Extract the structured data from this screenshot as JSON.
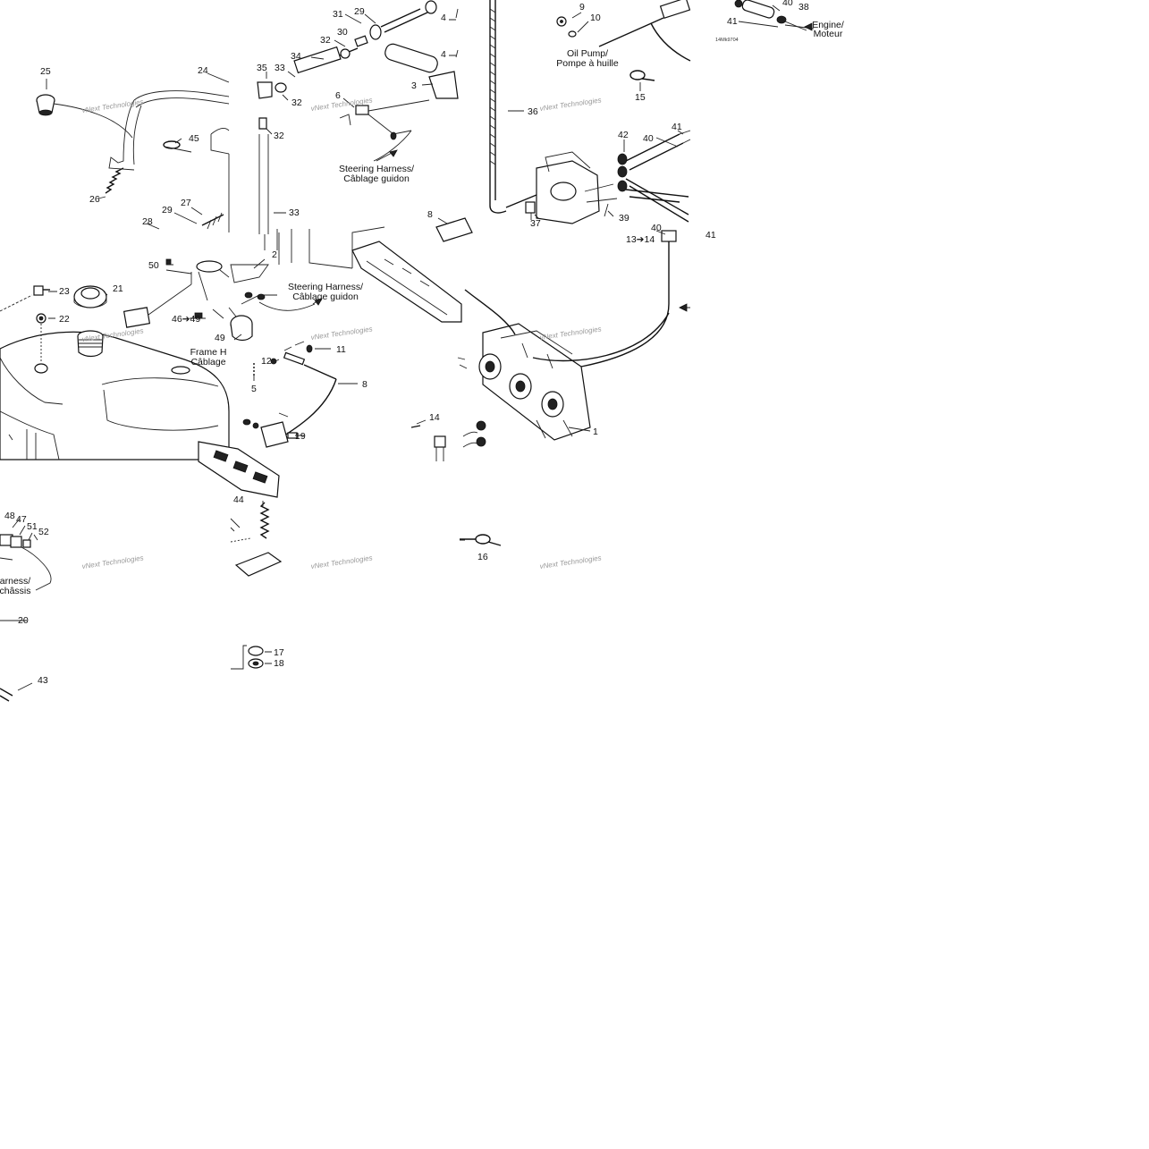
{
  "diagram": {
    "code": "14Mk9704",
    "watermark": "vNext Technologies",
    "labels": {
      "steering_harness_1": [
        "Steering Harness/",
        "Câblage guidon"
      ],
      "steering_harness_2": [
        "Steering Harness/",
        "Câblage guidon"
      ],
      "oil_pump": [
        "Oil Pump/",
        "Pompe à huille"
      ],
      "engine": [
        "Engine/",
        "Moteur"
      ],
      "frame_harness": [
        "Frame H",
        "Câblage"
      ],
      "frame_harness_2": [
        "arness/",
        "châssis"
      ]
    },
    "callouts": {
      "c31": "31",
      "c29a": "29",
      "c30": "30",
      "c32a": "32",
      "c34": "34",
      "c35": "35",
      "c33a": "33",
      "c32b": "32",
      "c32c": "32",
      "c24": "24",
      "c25": "25",
      "c26": "26",
      "c27": "27",
      "c29b": "29",
      "c28": "28",
      "c33b": "33",
      "c45": "45",
      "c6": "6",
      "c4a": "4",
      "c4b": "4",
      "c3": "3",
      "c9": "9",
      "c10": "10",
      "c15": "15",
      "c36": "36",
      "c42": "42",
      "c40a": "40",
      "c41a": "41",
      "c37": "37",
      "c39": "39",
      "c40b": "40",
      "c13_14": "13➔14",
      "c41b": "41",
      "c41c": "41",
      "c40c": "40",
      "c38": "38",
      "c8a": "8",
      "c50": "50",
      "c2": "2",
      "c23": "23",
      "c21": "21",
      "c22": "22",
      "c46_49": "46➔49",
      "c49": "49",
      "c12": "12",
      "c11": "11",
      "c5": "5",
      "c8b": "8",
      "c19": "19",
      "c14": "14",
      "c1": "1",
      "c44": "44",
      "c48": "48",
      "c47": "47",
      "c51": "51",
      "c52": "52",
      "c16": "16",
      "c20": "20",
      "c17": "17",
      "c18": "18",
      "c43": "43"
    }
  }
}
